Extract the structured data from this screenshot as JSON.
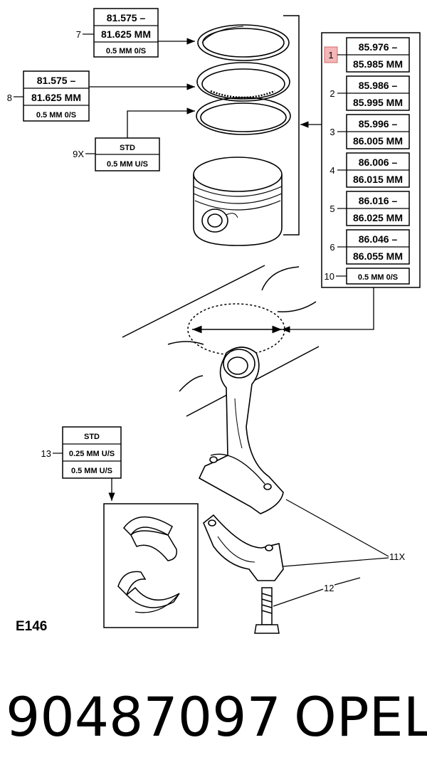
{
  "diagram": {
    "ring_1_spec": {
      "size": "81.575 –",
      "size2": "81.625 MM",
      "oversize": "0.5 MM 0/S",
      "callout": "7"
    },
    "ring_2_spec": {
      "size": "81.575 –",
      "size2": "81.625 MM",
      "oversize": "0.5 MM 0/S",
      "callout": "8"
    },
    "ring_3_spec": {
      "std": "STD",
      "undersize": "0.5 MM U/S",
      "callout": "9X"
    },
    "bore_sizes": [
      {
        "callout": "1",
        "from": "85.976 –",
        "to": "85.985 MM",
        "highlighted": true
      },
      {
        "callout": "2",
        "from": "85.986 –",
        "to": "85.995 MM",
        "highlighted": false
      },
      {
        "callout": "3",
        "from": "85.996 –",
        "to": "86.005 MM",
        "highlighted": false
      },
      {
        "callout": "4",
        "from": "86.006 –",
        "to": "86.015 MM",
        "highlighted": false
      },
      {
        "callout": "5",
        "from": "86.016 –",
        "to": "86.025 MM",
        "highlighted": false
      },
      {
        "callout": "6",
        "from": "86.046 –",
        "to": "86.055 MM",
        "highlighted": false
      }
    ],
    "bore_oversize": {
      "callout": "10",
      "label": "0.5 MM 0/S"
    },
    "bearing_spec": {
      "callout": "13",
      "std": "STD",
      "u1": "0.25 MM U/S",
      "u2": "0.5 MM U/S"
    },
    "callout_cap": "11X",
    "callout_bolt": "12",
    "figure_code": "E146",
    "highlight_color": "#f4b6b6"
  },
  "footer": {
    "part_number": "90487097",
    "brand": "OPEL"
  }
}
